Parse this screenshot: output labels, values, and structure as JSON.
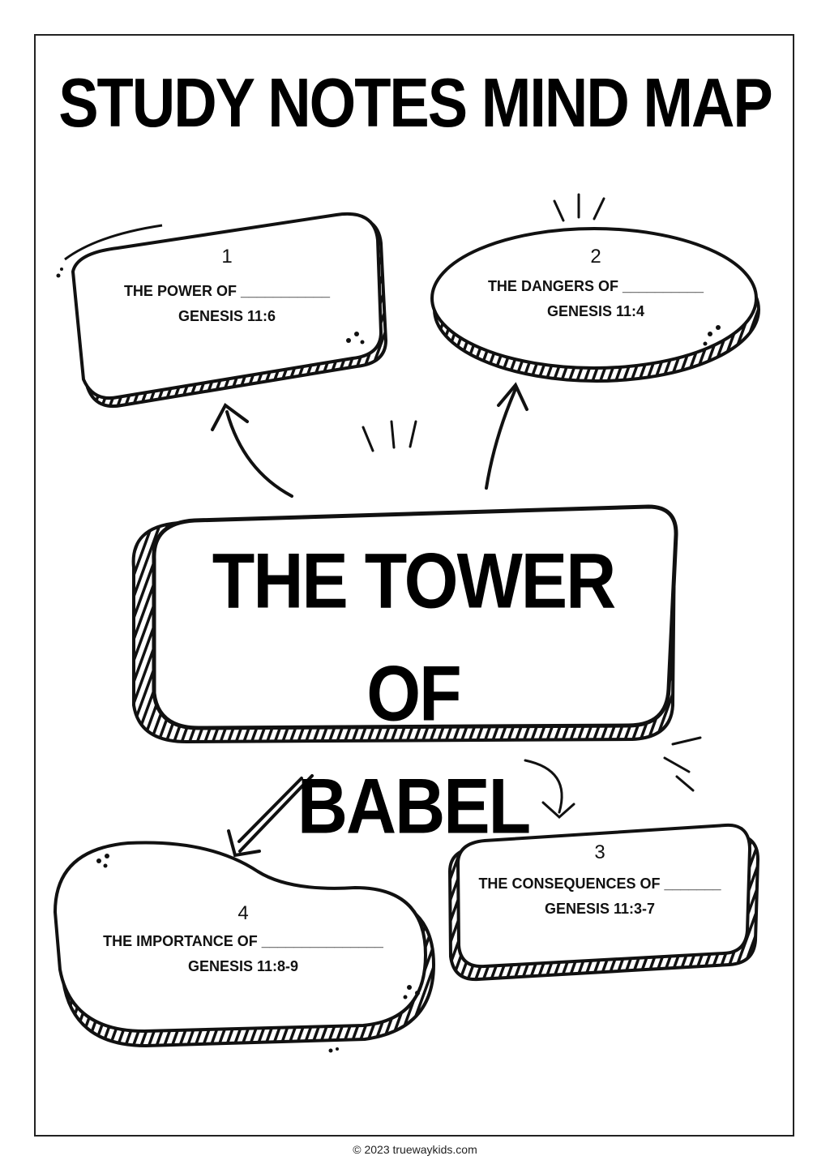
{
  "title": "STUDY NOTES MIND MAP",
  "center": {
    "line1": "THE TOWER OF",
    "line2": "BABEL"
  },
  "boxes": [
    {
      "number": "1",
      "prompt": "THE POWER OF ___________",
      "reference": "GENESIS 11:6"
    },
    {
      "number": "2",
      "prompt": "THE DANGERS OF __________",
      "reference": "GENESIS 11:4"
    },
    {
      "number": "3",
      "prompt": "THE CONSEQUENCES OF _______",
      "reference": "GENESIS 11:3-7"
    },
    {
      "number": "4",
      "prompt": "THE IMPORTANCE OF _______________",
      "reference": "GENESIS 11:8-9"
    }
  ],
  "footer": "© 2023 truewaykids.com"
}
